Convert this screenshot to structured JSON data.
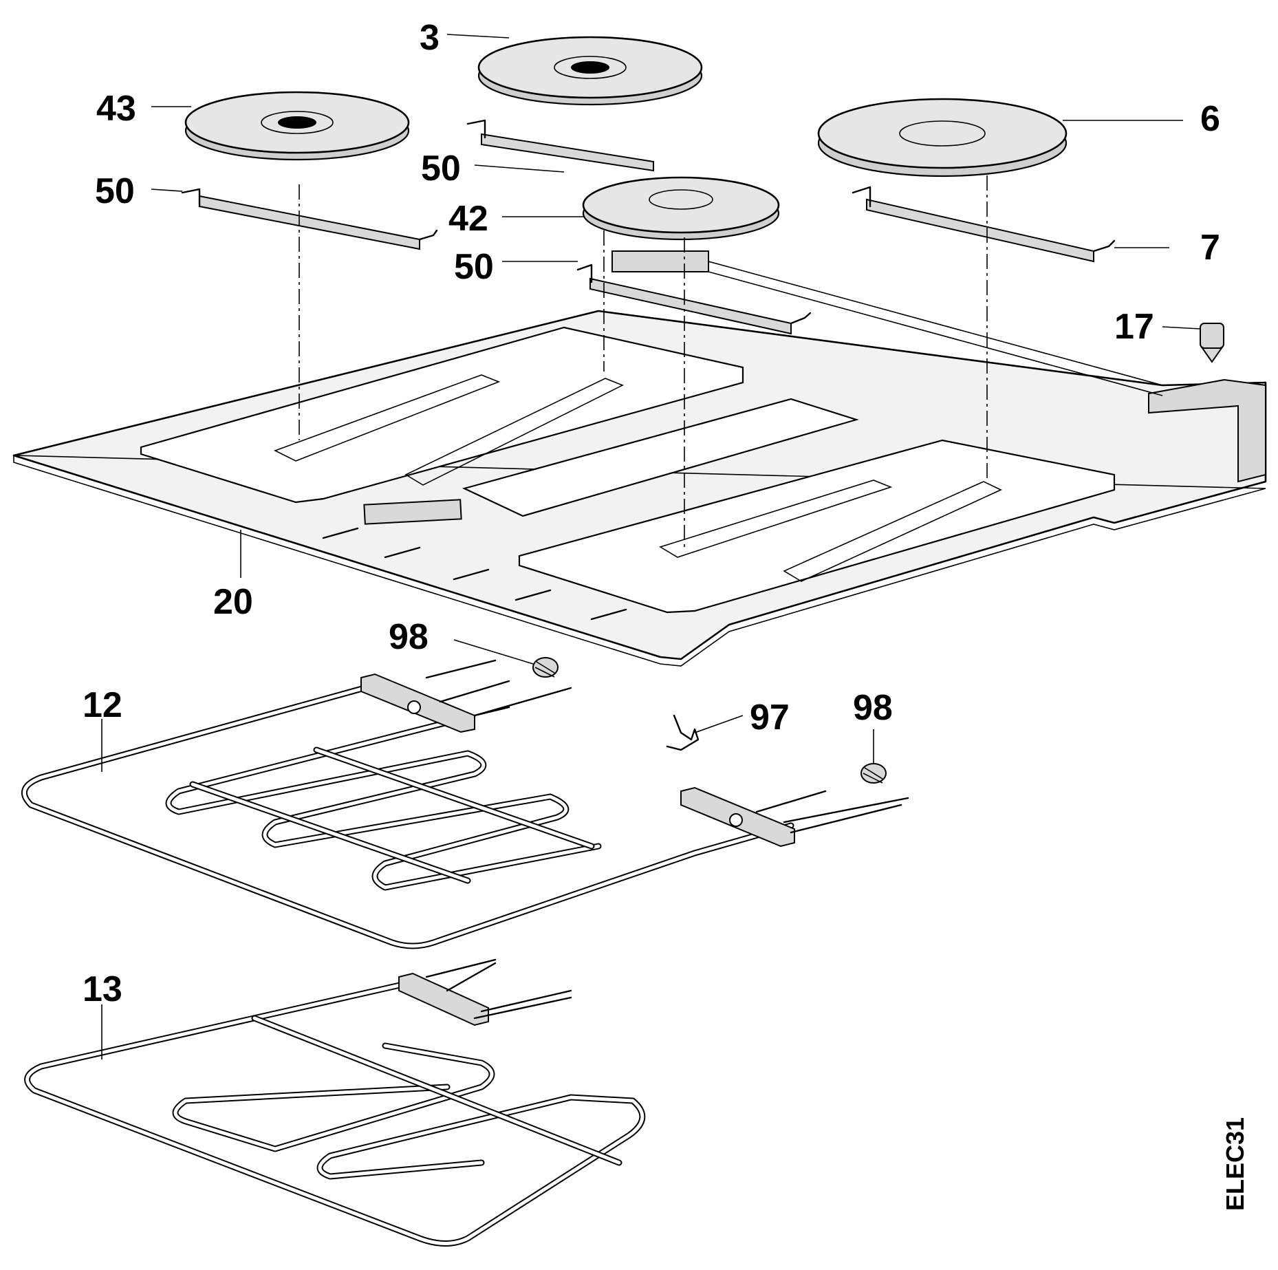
{
  "labels": {
    "p3": "3",
    "p43": "43",
    "p6": "6",
    "p50a": "50",
    "p50b": "50",
    "p50c": "50",
    "p42": "42",
    "p7": "7",
    "p17": "17",
    "p20": "20",
    "p98a": "98",
    "p98b": "98",
    "p97": "97",
    "p12": "12",
    "p13": "13"
  },
  "doc_code": "ELEC31"
}
